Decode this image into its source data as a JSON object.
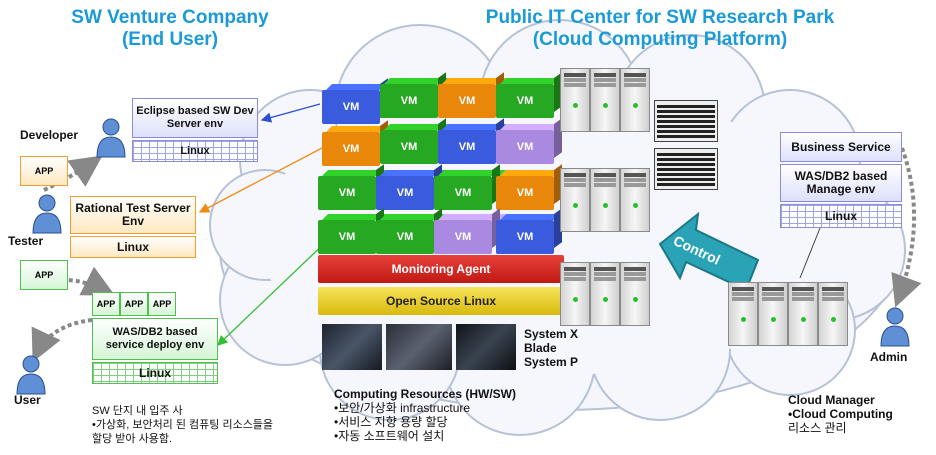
{
  "left_title": {
    "line1": "SW Venture Company",
    "line2": "(End User)"
  },
  "right_title": {
    "line1": "Public IT Center for SW Research Park",
    "line2": "(Cloud Computing Platform)"
  },
  "roles": {
    "developer": "Developer",
    "tester": "Tester",
    "user": "User",
    "admin": "Admin"
  },
  "app_label": "APP",
  "dev_env": {
    "top": "Eclipse based SW Dev Server env",
    "bottom": "Linux"
  },
  "test_env": {
    "top": "Rational Test Server Env",
    "bottom": "Linux"
  },
  "deploy_env": {
    "middle": "WAS/DB2 based service deploy env",
    "bottom": "Linux"
  },
  "vm_label": "VM",
  "monitoring_agent": "Monitoring Agent",
  "open_source_linux": "Open Source Linux",
  "hardware_labels": [
    "System X",
    "Blade",
    "System P"
  ],
  "control_label": "Control",
  "manager_stack": {
    "top": "Business Service",
    "middle": "WAS/DB2 based Manage env",
    "bottom": "Linux"
  },
  "left_note": {
    "line1": "SW 단지 내 입주 사",
    "line2": "•가상화, 보안처리 된 컴퓨팅 리소스들을",
    "line3": "할당 받아 사용함."
  },
  "center_note": {
    "line1": "Computing Resources (HW/SW)",
    "line2": "•보안/가상화 infrastructure",
    "line3": "•서비스 지향 용량 할당",
    "line4": "•자동 소프트웨어 설치"
  },
  "right_note": {
    "line1": "Cloud Manager",
    "line2": "•Cloud Computing",
    "line3": "리소스 관리"
  },
  "colors": {
    "title": "#1a9ad6",
    "vm_green": "#27a822",
    "vm_blue": "#3a5bde",
    "vm_orange": "#e8870a",
    "vm_purple": "#a98ae0",
    "monitor": "#d0201c",
    "linux_bar": "#e6cc1a",
    "control": "#2a9db0"
  }
}
